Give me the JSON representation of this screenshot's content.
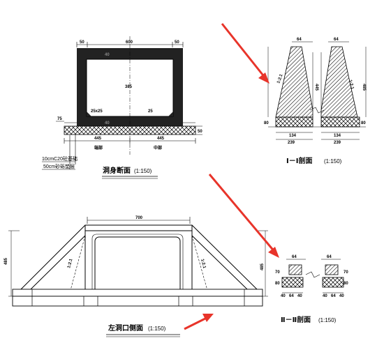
{
  "captions": {
    "cross_section": "洞身断面",
    "cross_section_scale": "(1:150)",
    "section_1": "Ⅰ－Ⅰ剖面",
    "section_1_scale": "(1:150)",
    "section_2": "Ⅱ－Ⅱ剖面",
    "section_2_scale": "(1:150)",
    "elevation": "左洞口侧面",
    "elevation_scale": "(1:150)"
  },
  "cross_section": {
    "dims": {
      "top_left": "50",
      "top_mid": "600",
      "top_right": "50",
      "top_slab": "40",
      "height": "385",
      "bottom_slab": "40",
      "left_step": "75",
      "right_step": "50",
      "half_left": "445",
      "half_right": "445",
      "chamfer_left": "25x25",
      "chamfer_right": "25"
    },
    "labels": {
      "end": "端部",
      "middle": "中部",
      "layer1": "10cmC20砼基础",
      "layer2": "50cm砂砾垫层"
    }
  },
  "section_1": {
    "dims": {
      "top_left": "64",
      "top_right": "64",
      "height_left": "445",
      "height_right": "485",
      "slope_left": "1:2.1",
      "slope_right": "1:2.1",
      "base_left": "80",
      "base_right": "80",
      "bot_left_a": "134",
      "bot_left_b": "239",
      "bot_right_a": "134",
      "bot_right_b": "239"
    }
  },
  "section_2": {
    "dims": {
      "top_left": "64",
      "top_right": "64",
      "left_70": "70",
      "left_80": "80",
      "right_70": "70",
      "right_80": "80",
      "bot_l1": "40",
      "bot_l2": "64",
      "bot_l3": "40",
      "bot_r1": "40",
      "bot_r2": "64",
      "bot_r3": "40"
    }
  },
  "elevation": {
    "dims": {
      "top": "700",
      "height_left": "485",
      "height_right": "485",
      "slope_left": "1:2.1",
      "slope_right": "1:2.1"
    }
  },
  "colors": {
    "line": "#000000",
    "arrow": "#e8342a",
    "hatch": "#000000"
  }
}
